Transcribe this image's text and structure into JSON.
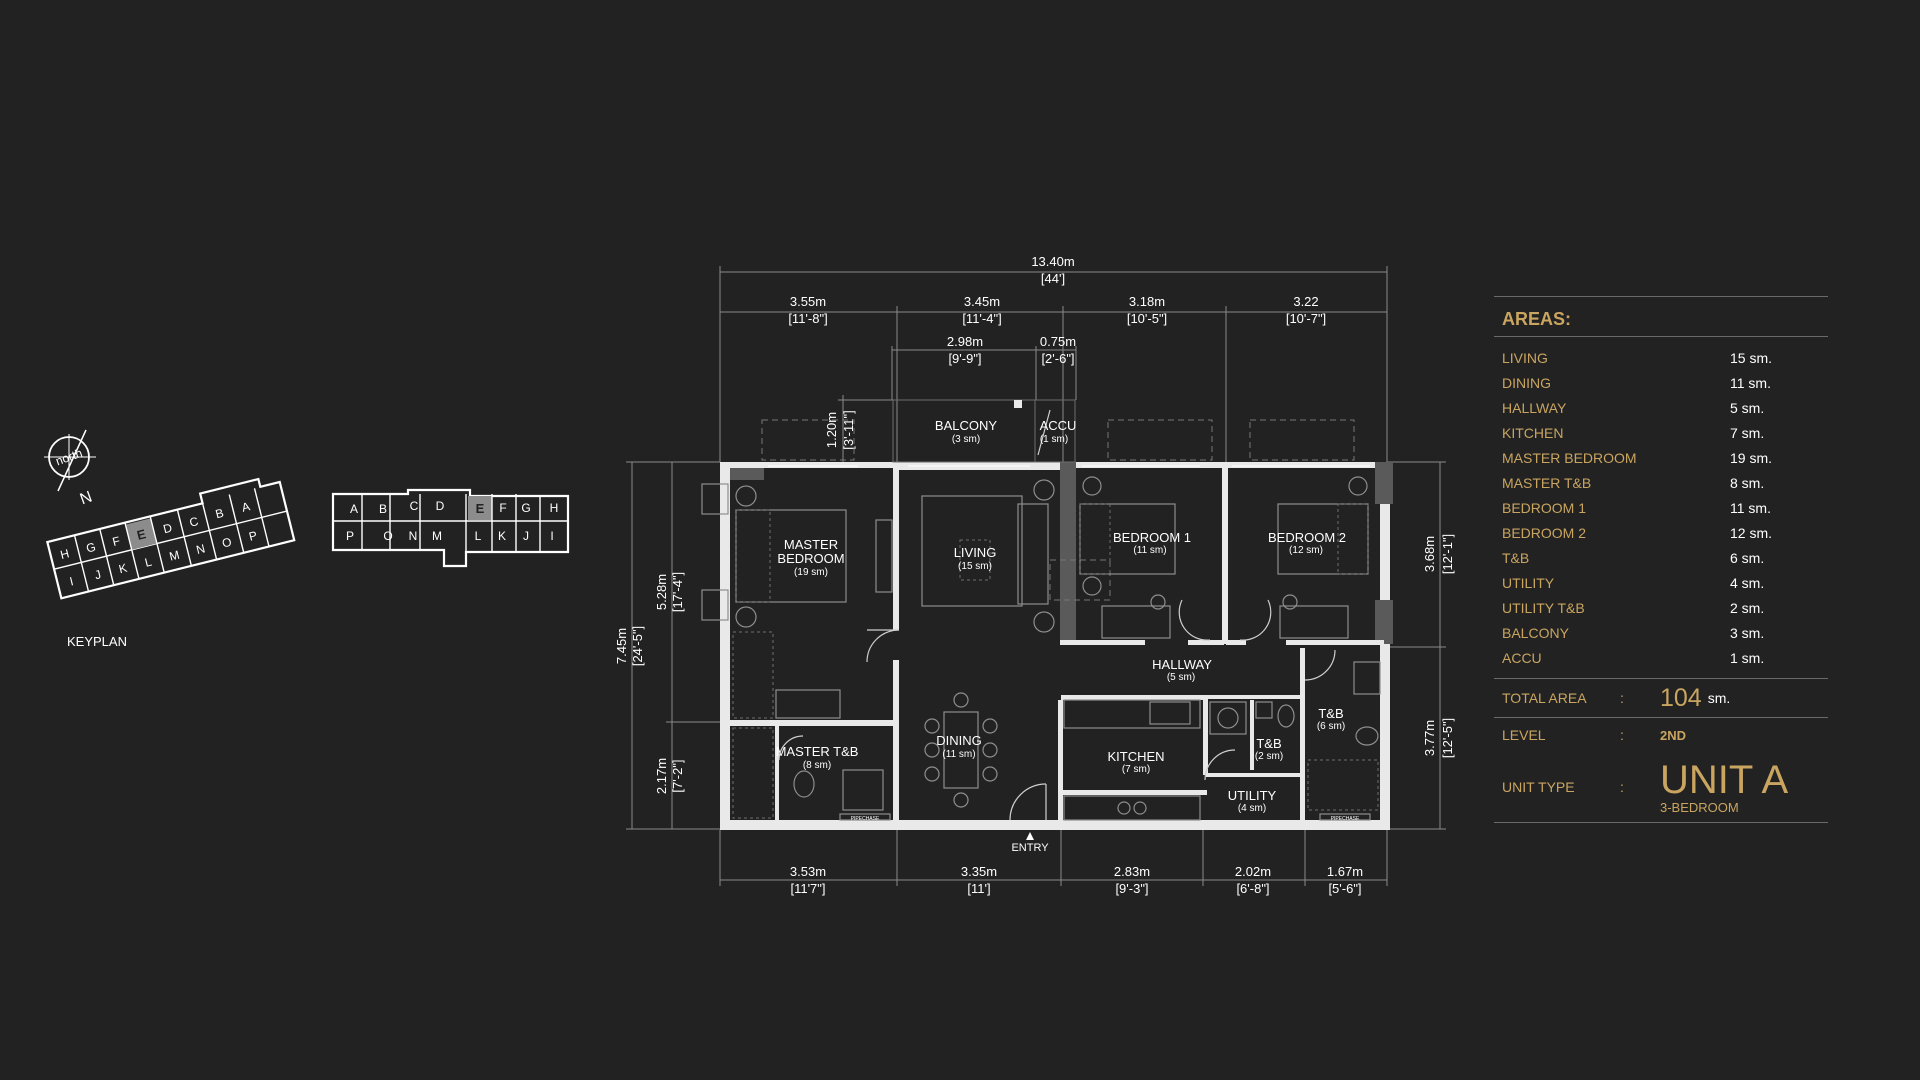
{
  "keyplan": {
    "north_label": "north",
    "n_letter": "N",
    "label": "KEYPLAN",
    "left_top": [
      "H",
      "G",
      "F",
      "E",
      "D",
      "C",
      "B",
      "A"
    ],
    "left_bottom": [
      "I",
      "J",
      "K",
      "L",
      "M",
      "N",
      "O",
      "P"
    ],
    "right_top": [
      "A",
      "B",
      "C",
      "D",
      "E",
      "F",
      "G",
      "H"
    ],
    "right_bottom": [
      "P",
      "O",
      "N",
      "M",
      "L",
      "K",
      "J",
      "I"
    ],
    "highlight": "E",
    "highlight_color": "#8c8c8c"
  },
  "dimensions": {
    "overall": "13.40m",
    "overall_imp": "[44']",
    "top": [
      {
        "m": "3.55m",
        "imp": "[11'-8\"]"
      },
      {
        "m": "3.45m",
        "imp": "[11'-4\"]"
      },
      {
        "m": "3.18m",
        "imp": "[10'-5\"]"
      },
      {
        "m": "3.22",
        "imp": "[10'-7\"]"
      }
    ],
    "balcony": [
      {
        "m": "2.98m",
        "imp": "[9'-9\"]"
      },
      {
        "m": "0.75m",
        "imp": "[2'-6\"]"
      }
    ],
    "balcony_depth": {
      "m": "1.20m",
      "imp": "[3'-11\"]"
    },
    "bottom": [
      {
        "m": "3.53m",
        "imp": "[11'7\"]"
      },
      {
        "m": "3.35m",
        "imp": "[11']"
      },
      {
        "m": "2.83m",
        "imp": "[9'-3\"]"
      },
      {
        "m": "2.02m",
        "imp": "[6'-8\"]"
      },
      {
        "m": "1.67m",
        "imp": "[5'-6\"]"
      }
    ],
    "left_total": {
      "m": "7.45m",
      "imp": "[24'-5\"]"
    },
    "left_upper": {
      "m": "5.28m",
      "imp": "[17'-4\"]"
    },
    "left_lower": {
      "m": "2.17m",
      "imp": "[7'-2\"]"
    },
    "right_upper": {
      "m": "3.68m",
      "imp": "[12'-1\"]"
    },
    "right_lower": {
      "m": "3.77m",
      "imp": "[12'-5\"]"
    }
  },
  "rooms": {
    "master_bedroom": {
      "line1": "MASTER",
      "line2": "BEDROOM",
      "area": "(19 sm)"
    },
    "living": {
      "name": "LIVING",
      "area": "(15 sm)"
    },
    "balcony": {
      "name": "BALCONY",
      "area": "(3 sm)"
    },
    "accu": {
      "name": "ACCU",
      "area": "(1 sm)"
    },
    "bedroom1": {
      "name": "BEDROOM 1",
      "area": "(11 sm)"
    },
    "bedroom2": {
      "name": "BEDROOM 2",
      "area": "(12 sm)"
    },
    "hallway": {
      "name": "HALLWAY",
      "area": "(5 sm)"
    },
    "tb_large": {
      "name": "T&B",
      "area": "(6 sm)"
    },
    "tb_small": {
      "name": "T&B",
      "area": "(2 sm)"
    },
    "master_tb": {
      "name": "MASTER T&B",
      "area": "(8 sm)"
    },
    "dining": {
      "name": "DINING",
      "area": "(11 sm)"
    },
    "kitchen": {
      "name": "KITCHEN",
      "area": "(7 sm)"
    },
    "utility": {
      "name": "UTILITY",
      "area": "(4 sm)"
    },
    "entry": "ENTRY",
    "pipe_chase": "PIPECHASE"
  },
  "areas": {
    "title": "AREAS:",
    "items": [
      {
        "name": "LIVING",
        "value": "15 sm."
      },
      {
        "name": "DINING",
        "value": "11 sm."
      },
      {
        "name": "HALLWAY",
        "value": "5 sm."
      },
      {
        "name": "KITCHEN",
        "value": "7 sm."
      },
      {
        "name": "MASTER BEDROOM",
        "value": "19 sm."
      },
      {
        "name": "MASTER T&B",
        "value": "8 sm."
      },
      {
        "name": "BEDROOM 1",
        "value": "11 sm."
      },
      {
        "name": "BEDROOM 2",
        "value": "12 sm."
      },
      {
        "name": "T&B",
        "value": "6 sm."
      },
      {
        "name": "UTILITY",
        "value": "4 sm."
      },
      {
        "name": "UTILITY T&B",
        "value": "2 sm."
      },
      {
        "name": "BALCONY",
        "value": "3 sm."
      },
      {
        "name": "ACCU",
        "value": "1 sm."
      }
    ],
    "total_label": "TOTAL AREA",
    "colon": ":",
    "total_value": "104",
    "total_unit": "sm.",
    "level_label": "LEVEL",
    "level_value": "2ND",
    "unit_type_label": "UNIT TYPE",
    "unit_type_value": "UNIT A",
    "unit_type_sub": "3-BEDROOM",
    "gold_color": "#c9a560"
  }
}
